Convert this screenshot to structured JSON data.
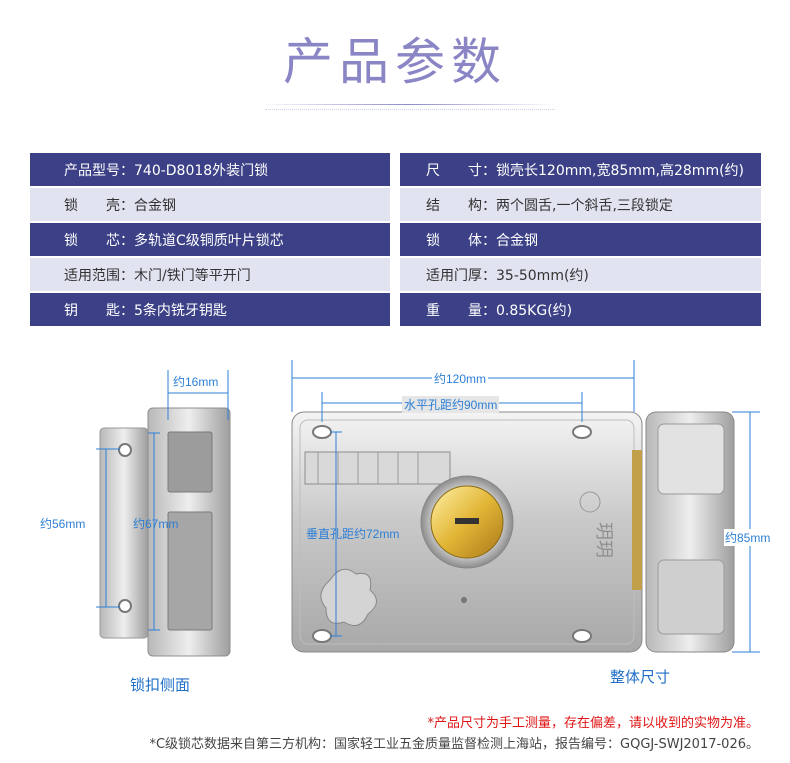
{
  "header": {
    "title": "产品参数"
  },
  "specs": [
    {
      "label": "产品型号",
      "value": "740-D8018外装门锁"
    },
    {
      "label": "尺　　寸",
      "value": "锁壳长120mm,宽85mm,高28mm(约)"
    },
    {
      "label": "锁　　壳",
      "value": "合金钢"
    },
    {
      "label": "结　　构",
      "value": "两个圆舌,一个斜舌,三段锁定"
    },
    {
      "label": "锁　　芯",
      "value": "多轨道C级铜质叶片锁芯"
    },
    {
      "label": "锁　　体",
      "value": "合金钢"
    },
    {
      "label": "适用范围",
      "value": "木门/铁门等平开门"
    },
    {
      "label": "适用门厚",
      "value": "35-50mm(约)"
    },
    {
      "label": "钥　　匙",
      "value": "5条内铣牙钥匙"
    },
    {
      "label": "重　　量",
      "value": "0.85KG(约)"
    }
  ],
  "strike_plate": {
    "dim_width": "约16mm",
    "dim_height_outer": "约56mm",
    "dim_height_inner": "约67mm",
    "caption": "锁扣侧面"
  },
  "lock_body": {
    "dim_length": "约120mm",
    "dim_hole_h": "水平孔距约90mm",
    "dim_hole_v": "垂直孔距约72mm",
    "dim_height": "约85mm",
    "caption": "整体尺寸"
  },
  "notes": {
    "disclaimer": "*产品尺寸为手工测量，存在偏差，请以收到的实物为准。",
    "source": "*C级锁芯数据来自第三方机构：国家轻工业五金质量监督检测上海站，报告编号：GQGJ-SWJ2017-026。"
  },
  "colors": {
    "title": "#8a86c6",
    "row_dark": "#3c4187",
    "row_light": "#e1e3f0",
    "dimension": "#2d7fd6",
    "note_red": "#e01414"
  }
}
